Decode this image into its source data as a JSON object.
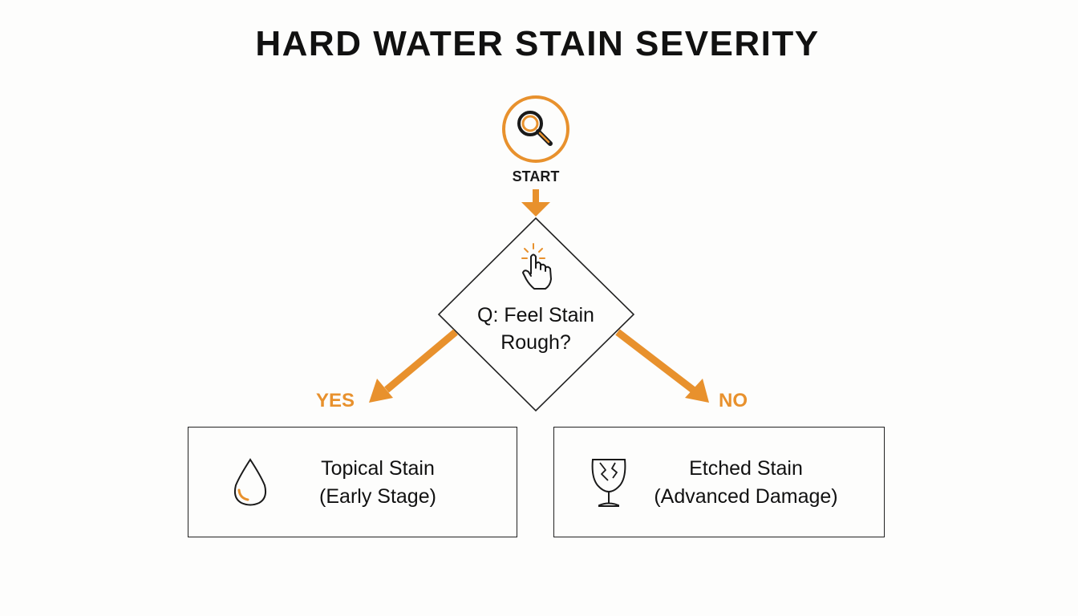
{
  "title": "HARD WATER STAIN SEVERITY",
  "start": {
    "label": "START",
    "icon": "magnifying-glass-icon"
  },
  "decision": {
    "line1": "Q: Feel Stain",
    "line2": "Rough?",
    "icon": "touch-hand-icon"
  },
  "branches": {
    "yes": {
      "label": "YES",
      "title": "Topical Stain",
      "subtitle": "(Early Stage)",
      "icon": "water-drop-icon"
    },
    "no": {
      "label": "NO",
      "title": "Etched Stain",
      "subtitle": "(Advanced Damage)",
      "icon": "cracked-glass-icon"
    }
  },
  "colors": {
    "accent": "#e8912d",
    "line": "#222222",
    "text": "#111111",
    "background": "#fdfdfc"
  }
}
